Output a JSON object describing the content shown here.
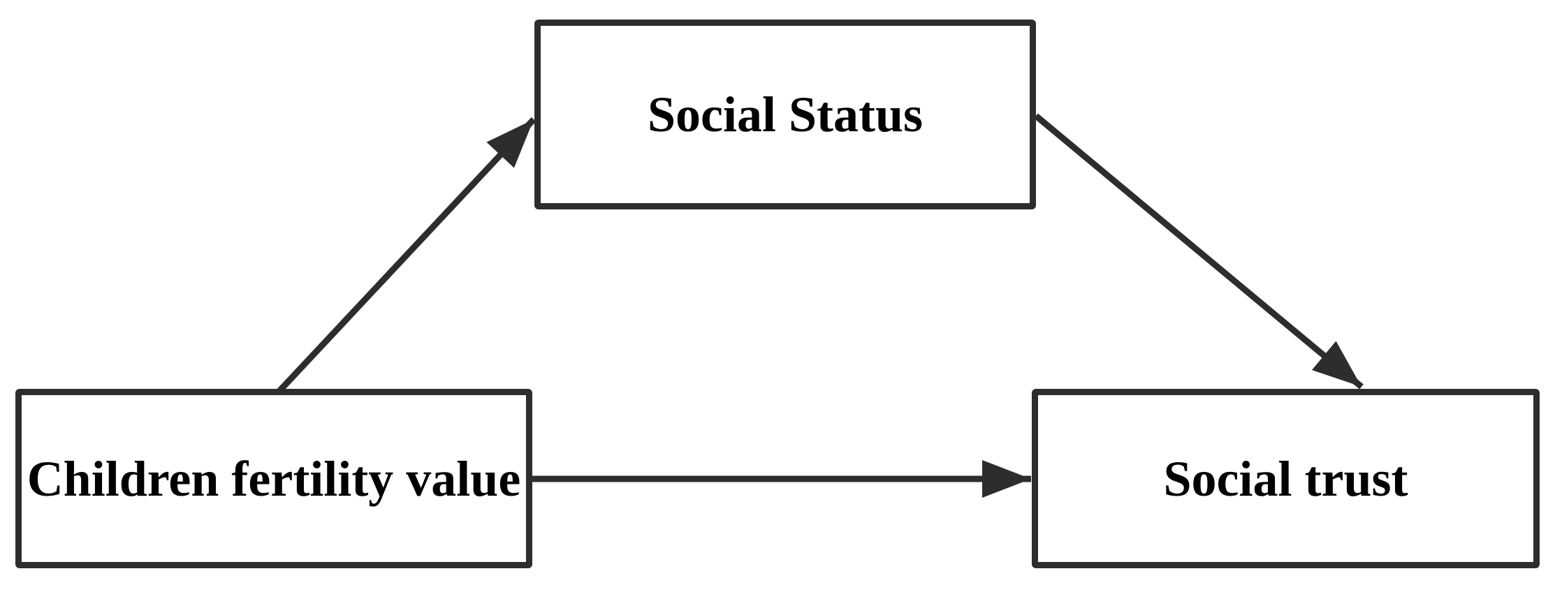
{
  "diagram": {
    "type": "mediation-model",
    "nodes": [
      {
        "id": "social-status",
        "label": "Social Status"
      },
      {
        "id": "children-fertility-value",
        "label": "Children fertility value"
      },
      {
        "id": "social-trust",
        "label": "Social trust"
      }
    ],
    "edges": [
      {
        "from": "Children fertility value",
        "to": "Social Status",
        "style": "solid-arrow"
      },
      {
        "from": "Social Status",
        "to": "Social trust",
        "style": "solid-arrow"
      },
      {
        "from": "Children fertility value",
        "to": "Social trust",
        "style": "solid-arrow"
      }
    ],
    "colors": {
      "stroke": "#2d2d2d",
      "box_fill": "#ffffff",
      "text": "#000000",
      "background": "#ffffff"
    }
  }
}
